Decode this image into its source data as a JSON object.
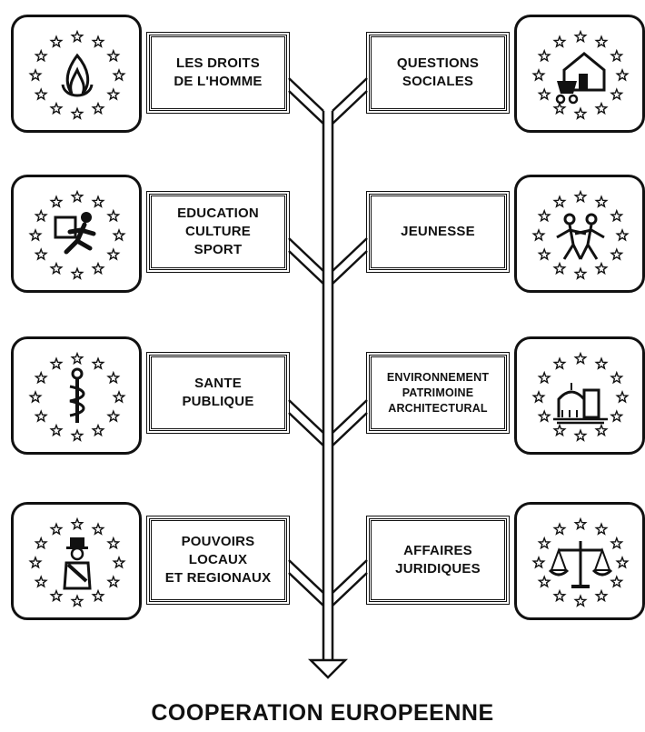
{
  "diagram": {
    "left_topics": [
      {
        "label": "LES DROITS\nDE L'HOMME",
        "icon": "flame-icon"
      },
      {
        "label": "EDUCATION\nCULTURE\nSPORT",
        "icon": "running-figure-icon"
      },
      {
        "label": "SANTE\nPUBLIQUE",
        "icon": "caduceus-icon"
      },
      {
        "label": "POUVOIRS\nLOCAUX\nET REGIONAUX",
        "icon": "mayor-icon"
      }
    ],
    "right_topics": [
      {
        "label": "QUESTIONS\nSOCIALES",
        "icon": "house-pram-icon"
      },
      {
        "label": "JEUNESSE",
        "icon": "two-children-icon"
      },
      {
        "label": "ENVIRONNEMENT\nPATRIMOINE\nARCHITECTURAL",
        "icon": "cathedral-icon"
      },
      {
        "label": "AFFAIRES\nJURIDIQUES",
        "icon": "scales-icon"
      }
    ],
    "footer": "COOPERATION EUROPEENNE",
    "colors": {
      "ink": "#111111",
      "paper": "#ffffff"
    }
  }
}
